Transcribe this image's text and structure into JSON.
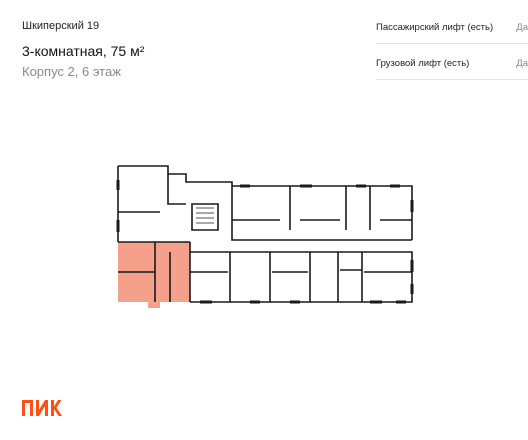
{
  "header": {
    "project": "Шкиперский 19",
    "flat_title": "3-комнатная, 75 м²",
    "flat_subtitle": "Корпус 2, 6 этаж"
  },
  "properties": [
    {
      "label": "Пассажирский лифт (есть)",
      "value": "Да"
    },
    {
      "label": "Грузовой лифт (есть)",
      "value": "Да"
    }
  ],
  "colors": {
    "highlight": "#f4a08a",
    "wall": "#1a1a1a",
    "logo": "#ff4f12"
  },
  "logo": {
    "text": "ПИК"
  }
}
